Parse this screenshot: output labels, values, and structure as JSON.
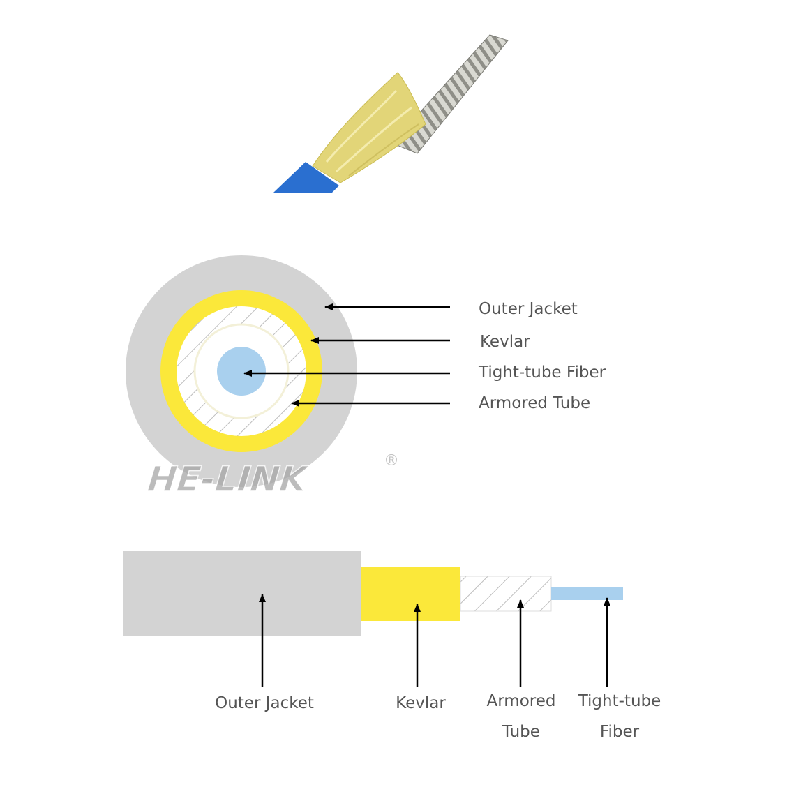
{
  "brand": {
    "logo_text": "HE-LINK",
    "registered_mark": "®"
  },
  "cross_section": {
    "labels": {
      "outer_jacket": "Outer Jacket",
      "kevlar": "Kevlar",
      "tight_tube_fiber": "Tight-tube Fiber",
      "armored_tube": "Armored Tube"
    }
  },
  "side_view": {
    "labels": {
      "outer_jacket": "Outer Jacket",
      "kevlar": "Kevlar",
      "armored_line1": "Armored",
      "armored_line2": "Tube",
      "fiber_line1": "Tight-tube",
      "fiber_line2": "Fiber"
    }
  },
  "colors": {
    "jacket": "#d3d3d3",
    "kevlar": "#fbe83a",
    "fiber": "#a9d0ee",
    "hatch": "#bdbdbd",
    "arrow": "#000000",
    "cable_jacket_blue": "#2a6fd0",
    "kevlar_yarn": "#e2d578",
    "armor_steel": "#b8b8b0"
  }
}
